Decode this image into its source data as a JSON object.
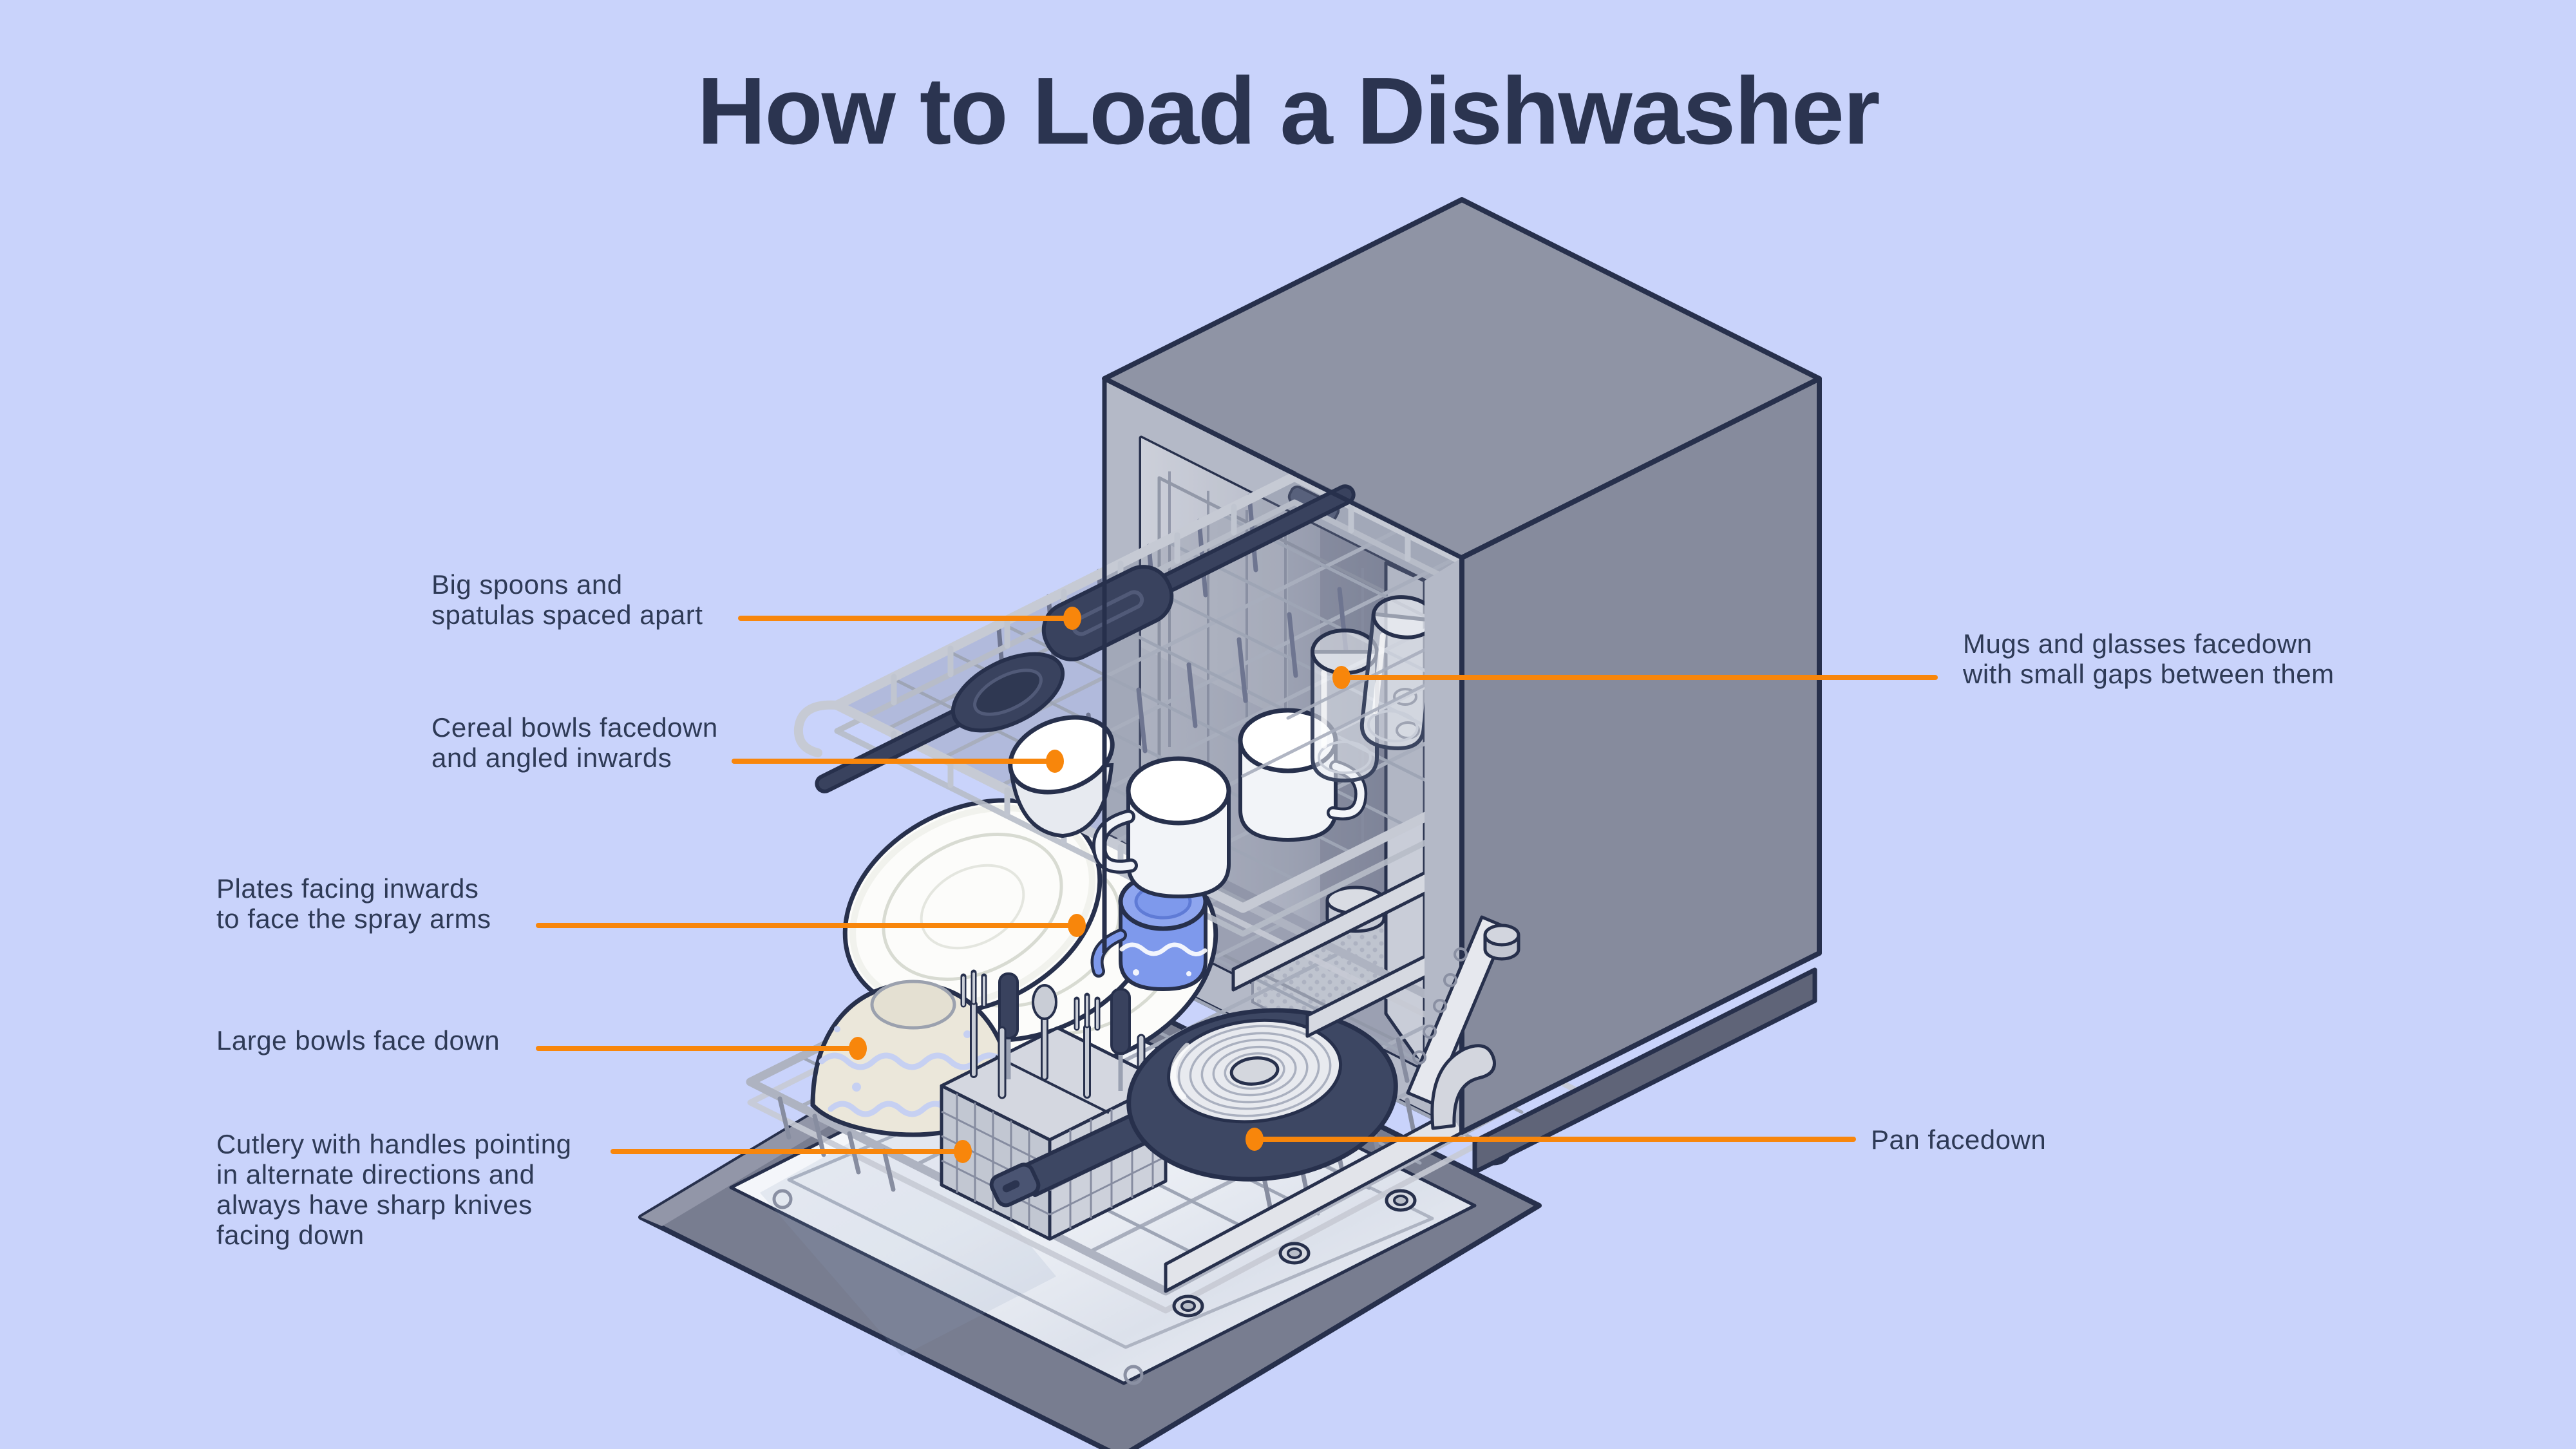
{
  "title": "How to Load a Dishwasher",
  "callouts": [
    {
      "id": "big-spoons",
      "side": "left",
      "text": "Big spoons and\nspatulas spaced apart"
    },
    {
      "id": "cereal-bowls",
      "side": "left",
      "text": "Cereal bowls facedown\nand angled inwards"
    },
    {
      "id": "plates",
      "side": "left",
      "text": "Plates facing inwards\nto face the spray arms"
    },
    {
      "id": "large-bowls",
      "side": "left",
      "text": "Large bowls face down"
    },
    {
      "id": "cutlery",
      "side": "left",
      "text": "Cutlery with handles pointing\nin alternate directions and\nalways have sharp knives\nfacing down"
    },
    {
      "id": "mugs-glasses",
      "side": "right",
      "text": "Mugs and glasses facedown\nwith small gaps between them"
    },
    {
      "id": "pan",
      "side": "right",
      "text": "Pan facedown"
    }
  ],
  "colors": {
    "background": "#C9D3FB",
    "ink": "#2E3A56",
    "title_ink": "#2B3450",
    "accent": "#F8860B",
    "outline": "#27304C",
    "machine_top": "#8F94A5",
    "machine_side": "#868B9D",
    "machine_front": "#B4B9C7",
    "interior_dark": "#7E8497",
    "door_rim": "#787D90",
    "door_face": "#F4F6FA",
    "rack": "#C3C8D3",
    "wire": "#9AA1B2",
    "utensil_dark": "#39425E",
    "pan": "#3D4763",
    "bowl_cream": "#EBE7DA",
    "mug_blue": "#7E99EC",
    "glass": "#EDF0F6"
  },
  "illustration": {
    "name": "open-dishwasher-isometric",
    "items": [
      "spatula",
      "serving-spoon",
      "cereal-bowl",
      "white-mugs",
      "blue-mug",
      "glasses",
      "plates",
      "large-bowl",
      "cutlery-basket",
      "pan",
      "upper-rack",
      "lower-rack",
      "open-door"
    ]
  }
}
